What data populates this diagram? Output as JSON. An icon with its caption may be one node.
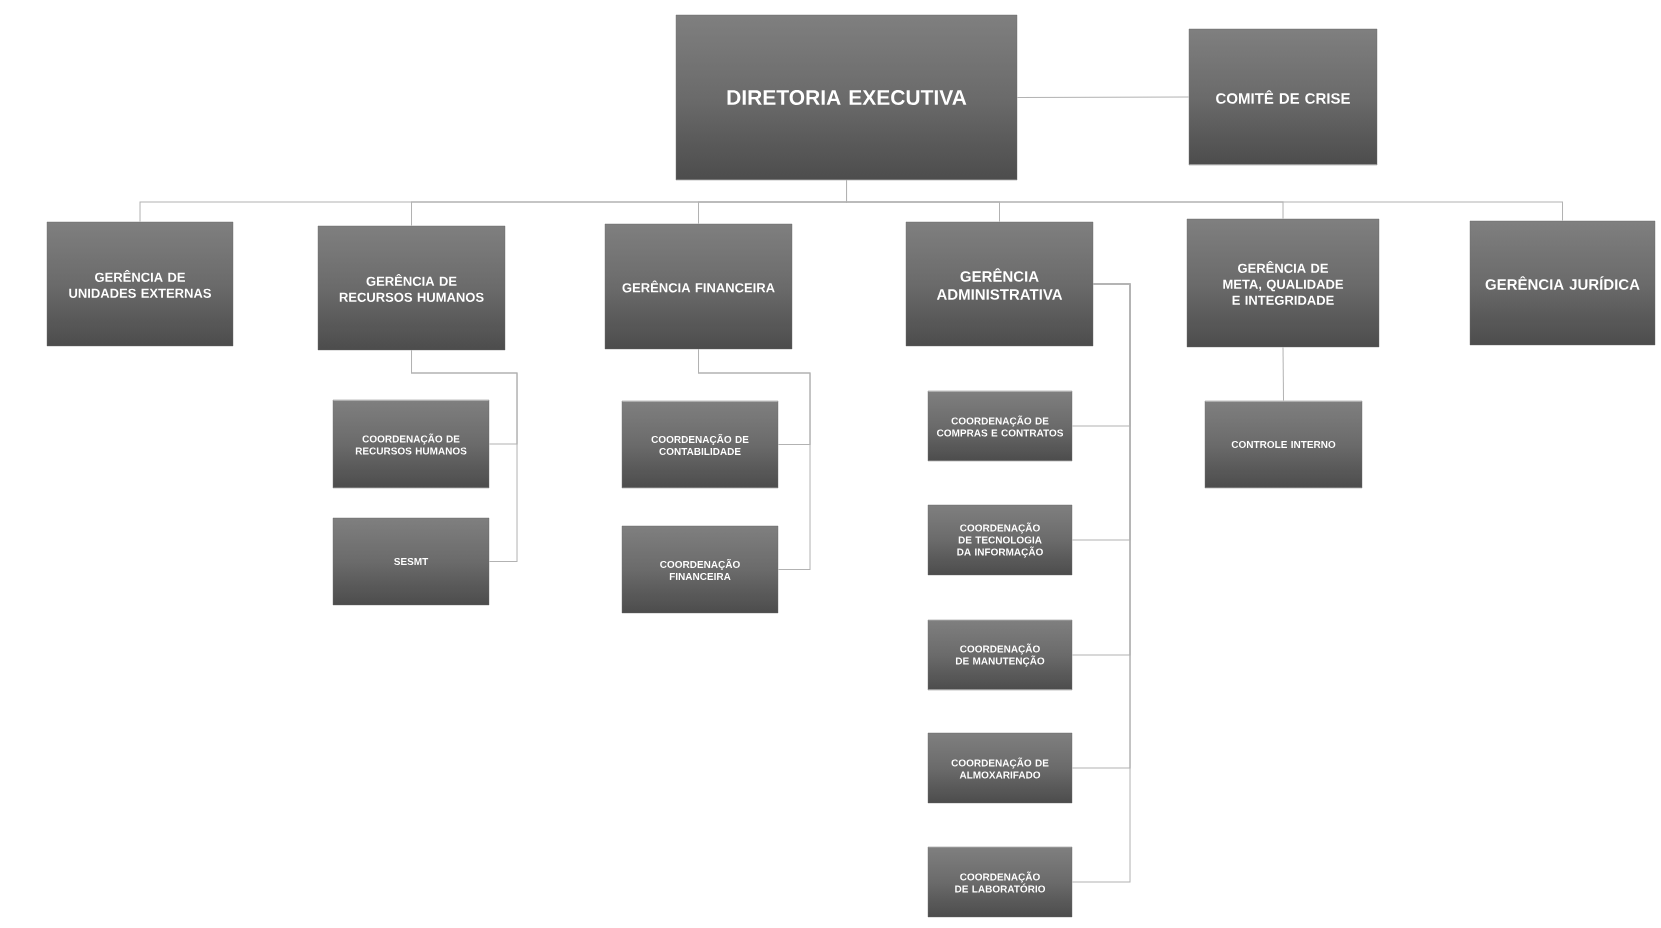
{
  "diagram": {
    "nodes": [
      {
        "text": [
          "DIRETORIA EXECUTIVA"
        ]
      },
      {
        "text": [
          "COMITÊ DE CRISE"
        ]
      },
      {
        "text": [
          "GERÊNCIA DE UNIDADES EXTERNAS"
        ]
      },
      {
        "text": [
          "GERÊNCIA DE RECURSOS HUMANOS"
        ]
      },
      {
        "text": [
          "GERÊNCIA FINANCEIRA"
        ]
      },
      {
        "text": [
          "GERÊNCIA ADMINISTRATIVA"
        ]
      },
      {
        "text": [
          "GERÊNCIA DE META, QUALIDADE E INTEGRIDADE"
        ]
      },
      {
        "text": [
          "GERÊNCIA JURÍDICA"
        ]
      },
      {
        "text": [
          "COORDENAÇÃO DE RECURSOS HUMANOS"
        ]
      },
      {
        "text": [
          "SESMT"
        ]
      },
      {
        "text": [
          "COORDENAÇÃO DE CONTABILIDADE"
        ]
      },
      {
        "text": [
          "COORDENAÇÃO FINANCEIRA"
        ]
      },
      {
        "text": [
          "COORDENAÇÃO DE COMPRAS E CONTRATOS"
        ]
      },
      {
        "text": [
          "COORDENAÇÃO DE TECNOLOGIA DA INFORMAÇÃO"
        ]
      },
      {
        "text": [
          "COORDENAÇÃO DE MANUTENÇÃO"
        ]
      },
      {
        "text": [
          "COORDENAÇÃO DE ALMOXARIFADO"
        ]
      },
      {
        "text": [
          "COORDENAÇÃO DE LABORATÓRIO"
        ]
      },
      {
        "text": [
          "CONTROLE INTERNO"
        ]
      }
    ],
    "edges": [
      {
        "from": 0,
        "to": 1,
        "arrow": "none"
      },
      {
        "from": 0,
        "to": 2,
        "arrow": "none"
      },
      {
        "from": 0,
        "to": 3,
        "arrow": "none"
      },
      {
        "from": 0,
        "to": 4,
        "arrow": "none"
      },
      {
        "from": 0,
        "to": 5,
        "arrow": "none"
      },
      {
        "from": 0,
        "to": 6,
        "arrow": "none"
      },
      {
        "from": 0,
        "to": 7,
        "arrow": "none"
      },
      {
        "from": 3,
        "to": 8,
        "arrow": "none"
      },
      {
        "from": 3,
        "to": 9,
        "arrow": "none"
      },
      {
        "from": 4,
        "to": 10,
        "arrow": "none"
      },
      {
        "from": 4,
        "to": 11,
        "arrow": "none"
      },
      {
        "from": 5,
        "to": 12,
        "arrow": "none"
      },
      {
        "from": 5,
        "to": 13,
        "arrow": "none"
      },
      {
        "from": 5,
        "to": 14,
        "arrow": "none"
      },
      {
        "from": 5,
        "to": 15,
        "arrow": "none"
      },
      {
        "from": 5,
        "to": 16,
        "arrow": "none"
      },
      {
        "from": 6,
        "to": 17,
        "arrow": "none"
      }
    ]
  }
}
